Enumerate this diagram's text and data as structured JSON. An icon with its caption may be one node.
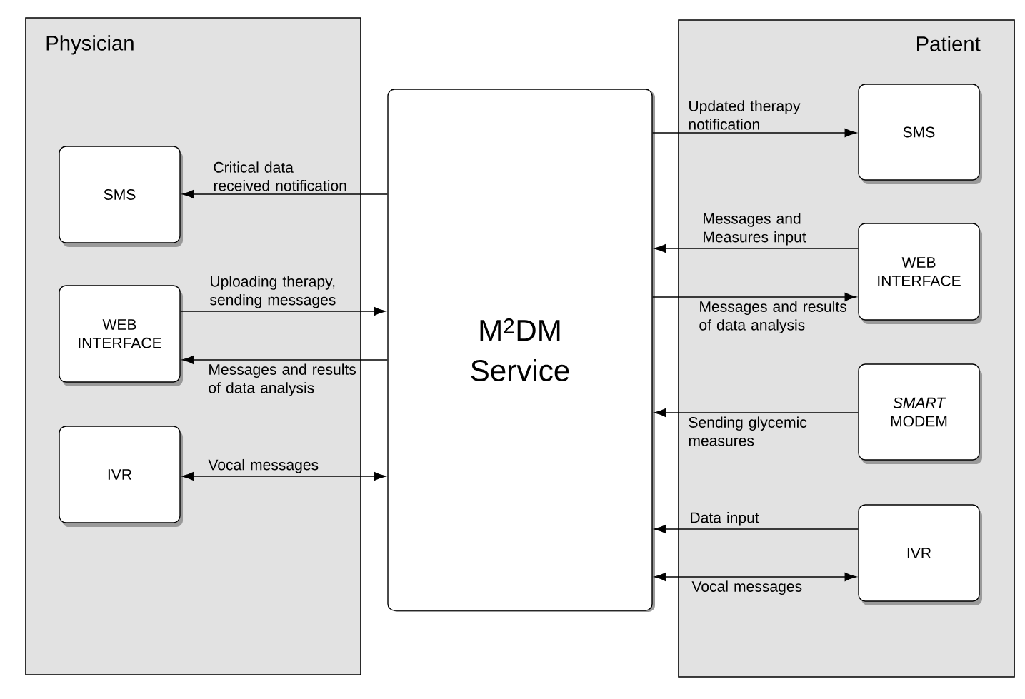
{
  "diagram": {
    "nodes": [
      {
        "text": [
          "Physician"
        ]
      },
      {
        "text": [
          "SMS"
        ],
        "in": 0
      },
      {
        "text": [
          "WEB INTERFACE"
        ],
        "in": 0
      },
      {
        "text": [
          "IVR"
        ],
        "in": 0
      },
      {
        "text": [
          "M$^{2}$DM Service"
        ]
      },
      {
        "text": [
          "Patient"
        ]
      },
      {
        "text": [
          "SMS"
        ],
        "in": 5
      },
      {
        "text": [
          "WEB INTERFACE"
        ],
        "in": 5
      },
      {
        "text": [
          "*SMART* MODEM"
        ],
        "in": 5
      },
      {
        "text": [
          "IVR"
        ],
        "in": 5
      }
    ],
    "edges": [
      {
        "from": 4,
        "to": 1,
        "arrow": "to",
        "label": "Critical data received notification"
      },
      {
        "from": 2,
        "to": 4,
        "arrow": "to",
        "label": "Uploading therapy, sending messages"
      },
      {
        "from": 4,
        "to": 2,
        "arrow": "to",
        "label": "Messages and results of data analysis"
      },
      {
        "from": 3,
        "to": 4,
        "arrow": "both",
        "label": "Vocal messages"
      },
      {
        "from": 4,
        "to": 6,
        "arrow": "to",
        "label": "Updated therapy notification"
      },
      {
        "from": 7,
        "to": 4,
        "arrow": "to",
        "label": "Messages and Measures input"
      },
      {
        "from": 4,
        "to": 7,
        "arrow": "to",
        "label": "Messages and results of data analysis"
      },
      {
        "from": 8,
        "to": 4,
        "arrow": "to",
        "label": "Sending glycemic measures"
      },
      {
        "from": 9,
        "to": 4,
        "arrow": "to",
        "label": "Data input"
      },
      {
        "from": 4,
        "to": 9,
        "arrow": "both",
        "label": "Vocal messages"
      }
    ]
  }
}
